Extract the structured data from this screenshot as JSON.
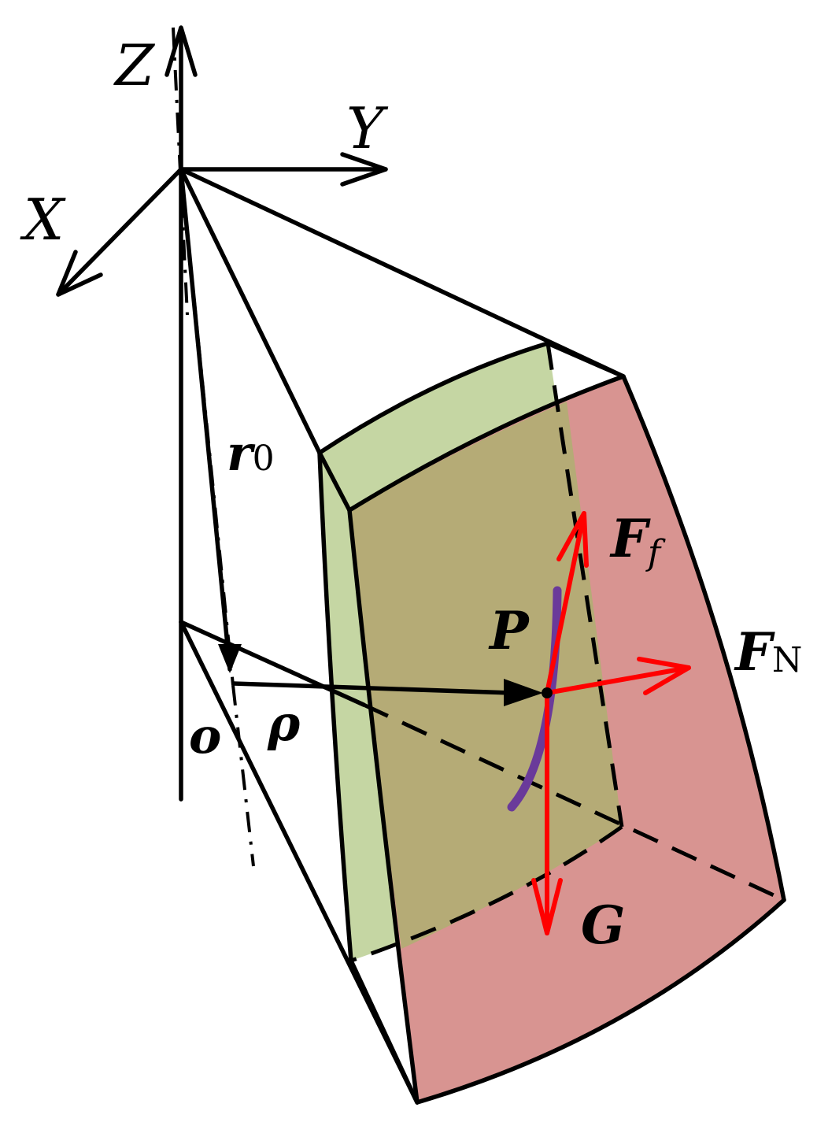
{
  "axes": {
    "z_label": "Z",
    "y_label": "Y",
    "x_label": "X"
  },
  "vectors": {
    "r0": {
      "main": "r",
      "sub": "0"
    },
    "rho": "ρ",
    "origin": "o",
    "point": "P"
  },
  "forces": {
    "friction": {
      "main": "F",
      "sub": "f"
    },
    "normal": {
      "main": "F",
      "sub": "N"
    },
    "gravity": "G"
  },
  "colors": {
    "green_face": "#c5d6a3",
    "red_face": "#d89491",
    "overlap_face": "#b5ab76",
    "force_arrow": "#ff0000",
    "trajectory": "#6a3a9a",
    "line": "#000000"
  }
}
